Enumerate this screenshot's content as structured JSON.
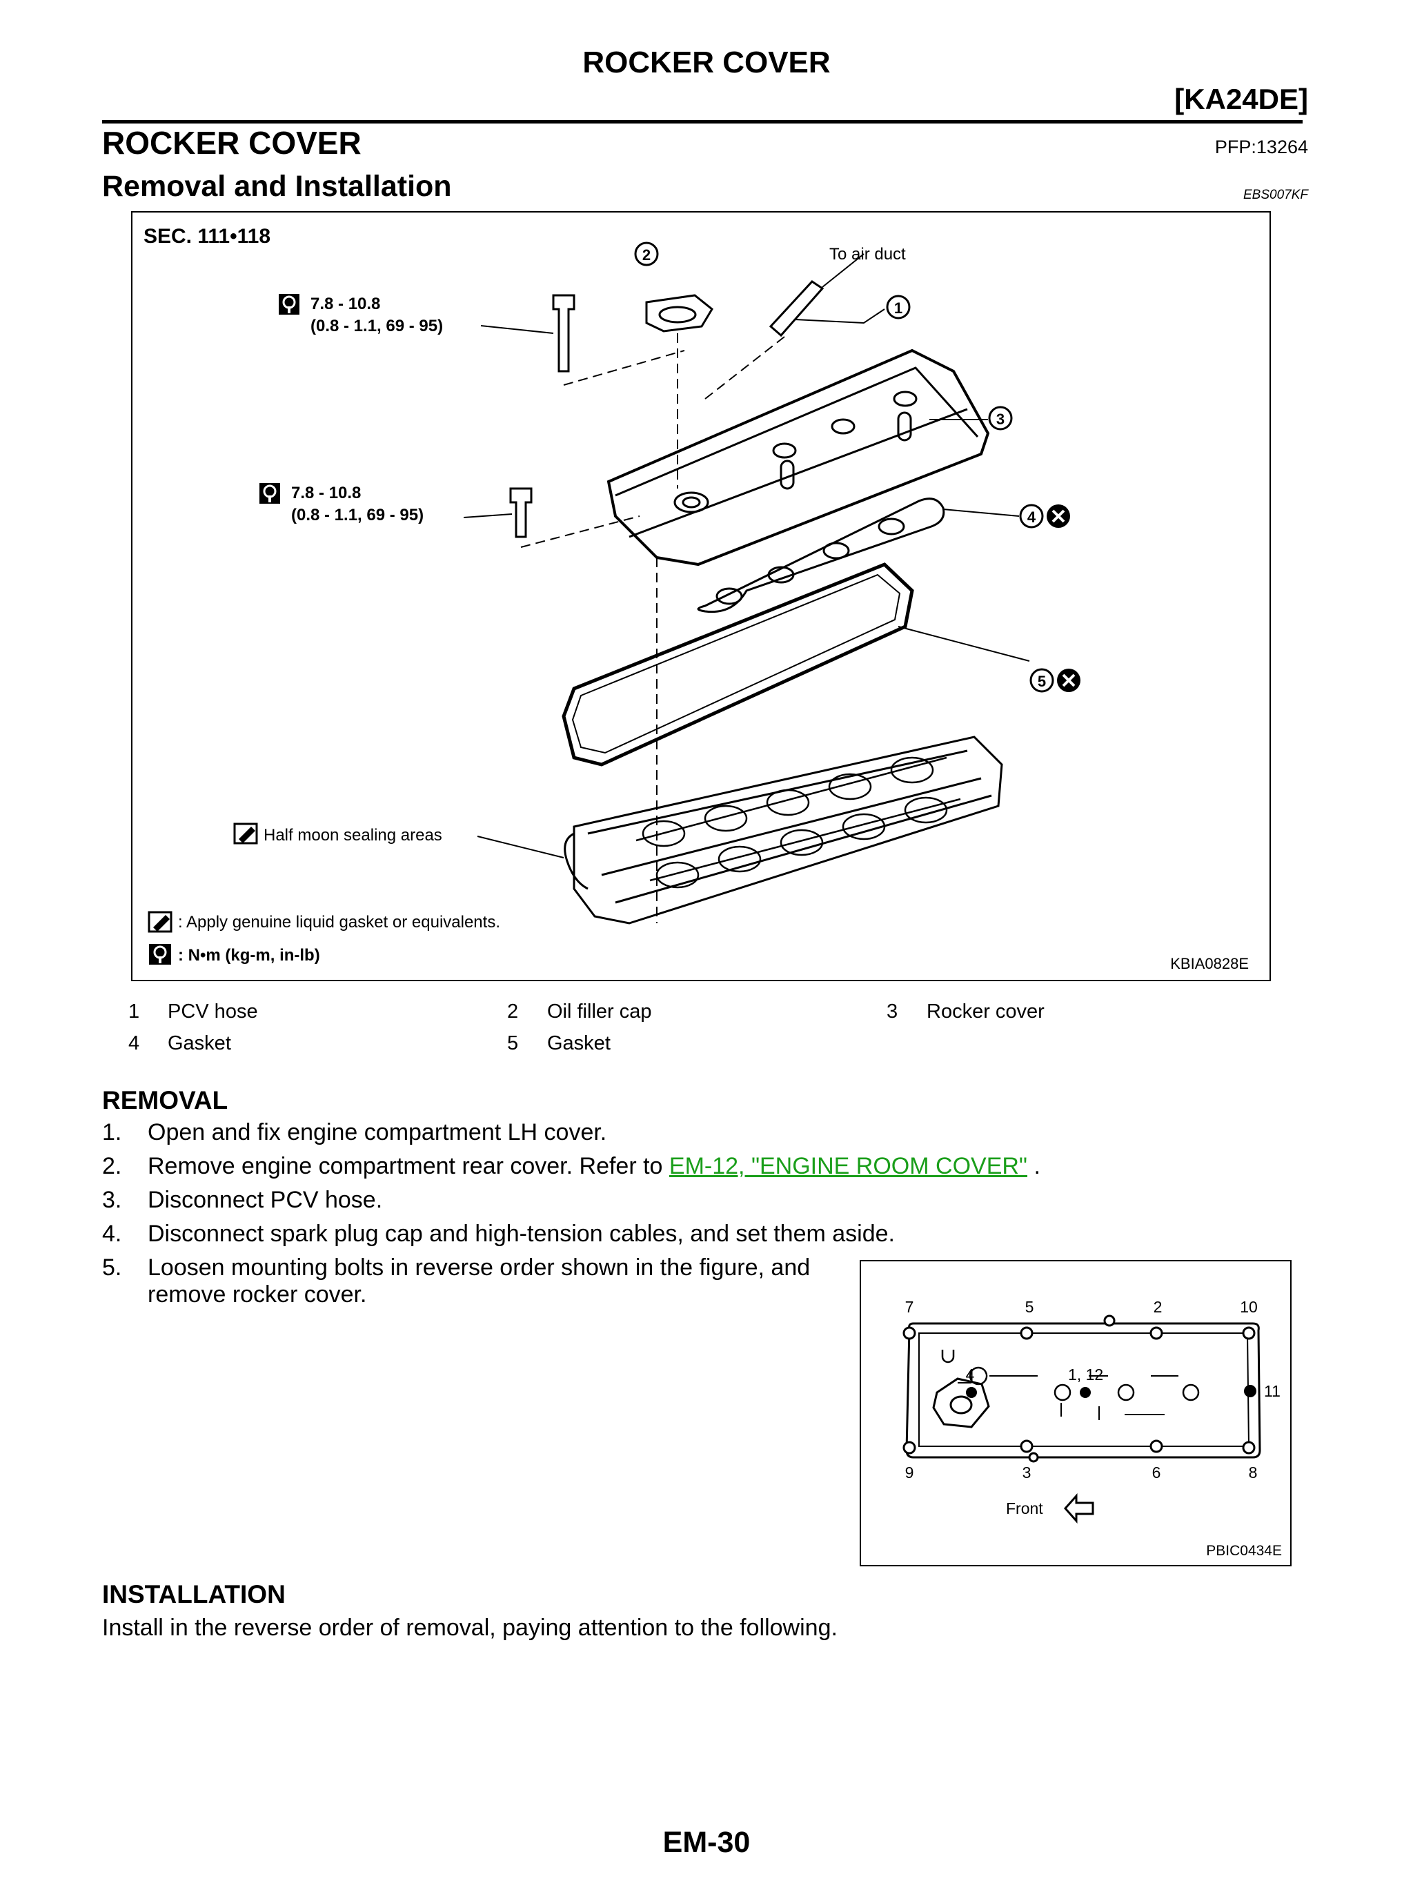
{
  "header": {
    "title": "ROCKER COVER",
    "engine": "[KA24DE]"
  },
  "section": {
    "title": "ROCKER COVER",
    "pfp": "PFP:13264"
  },
  "subsection": {
    "title": "Removal and Installation",
    "code": "EBS007KF"
  },
  "figure1": {
    "sec_label": "SEC. 111•118",
    "to_air_duct": "To air duct",
    "torque1_a": "7.8 - 10.8",
    "torque1_b": "(0.8 - 1.1, 69 - 95)",
    "torque2_a": "7.8 - 10.8",
    "torque2_b": "(0.8 - 1.1, 69 - 95)",
    "callouts": [
      "1",
      "2",
      "3",
      "4",
      "5"
    ],
    "half_moon": "Half moon sealing areas",
    "legend_gasket": ": Apply genuine liquid gasket or equivalents.",
    "legend_torque": ": N•m  (kg-m,  in-lb)",
    "code": "KBIA0828E"
  },
  "parts": [
    {
      "num": "1",
      "name": "PCV hose"
    },
    {
      "num": "2",
      "name": "Oil filler cap"
    },
    {
      "num": "3",
      "name": "Rocker cover"
    },
    {
      "num": "4",
      "name": "Gasket"
    },
    {
      "num": "5",
      "name": "Gasket"
    }
  ],
  "removal": {
    "heading": "REMOVAL",
    "steps": [
      {
        "num": "1.",
        "text": "Open and fix engine compartment LH cover."
      },
      {
        "num": "2.",
        "text": "Remove engine compartment rear cover. Refer to ",
        "link": "EM-12, \"ENGINE ROOM COVER\"",
        "after": " ."
      },
      {
        "num": "3.",
        "text": "Disconnect PCV hose."
      },
      {
        "num": "4.",
        "text": "Disconnect spark plug cap and high-tension cables, and set them aside."
      },
      {
        "num": "5.",
        "text": "Loosen mounting bolts in reverse order shown in the figure, and",
        "text2": "remove rocker cover."
      }
    ]
  },
  "figure2": {
    "top_numbers": [
      "7",
      "5",
      "2",
      "10"
    ],
    "mid_left": "4",
    "mid_center": "1, 12",
    "mid_right": "11",
    "bottom_numbers": [
      "9",
      "3",
      "6",
      "8"
    ],
    "front_label": "Front",
    "code": "PBIC0434E"
  },
  "installation": {
    "heading": "INSTALLATION",
    "text": "Install in the reverse order of removal, paying attention to the following."
  },
  "footer": {
    "page": "EM-30"
  }
}
